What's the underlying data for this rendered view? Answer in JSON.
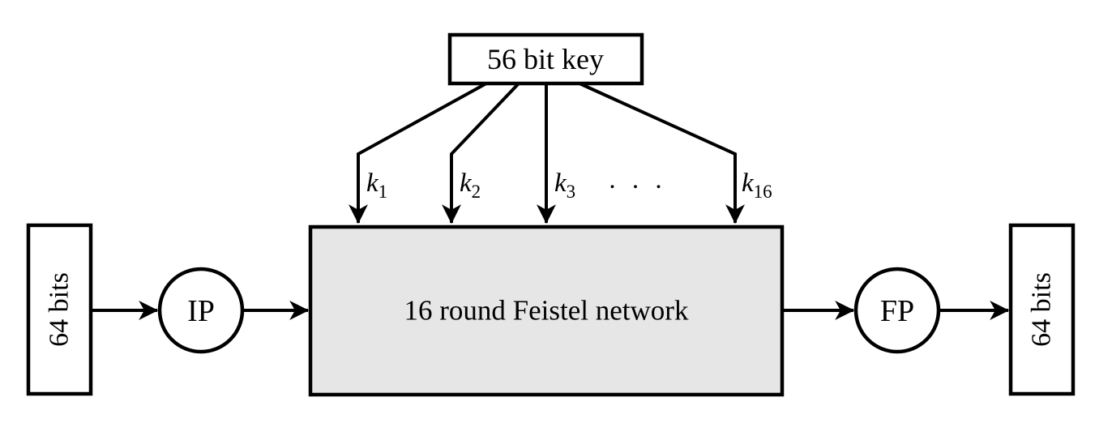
{
  "colors": {
    "background": "#ffffff",
    "stroke": "#000000",
    "feistel_fill": "#e6e6e6",
    "node_fill": "#ffffff"
  },
  "diagram": {
    "key_box": {
      "label": "56 bit key"
    },
    "round_key_labels": [
      {
        "base": "k",
        "sub": "1"
      },
      {
        "base": "k",
        "sub": "2"
      },
      {
        "base": "k",
        "sub": "3"
      },
      {
        "base": "k",
        "sub": "16"
      }
    ],
    "ellipsis": ". . .",
    "feistel_box": {
      "label": "16 round Feistel network"
    },
    "input_box": {
      "label": "64 bits"
    },
    "ip_node": {
      "label": "IP"
    },
    "fp_node": {
      "label": "FP"
    },
    "output_box": {
      "label": "64 bits"
    }
  }
}
